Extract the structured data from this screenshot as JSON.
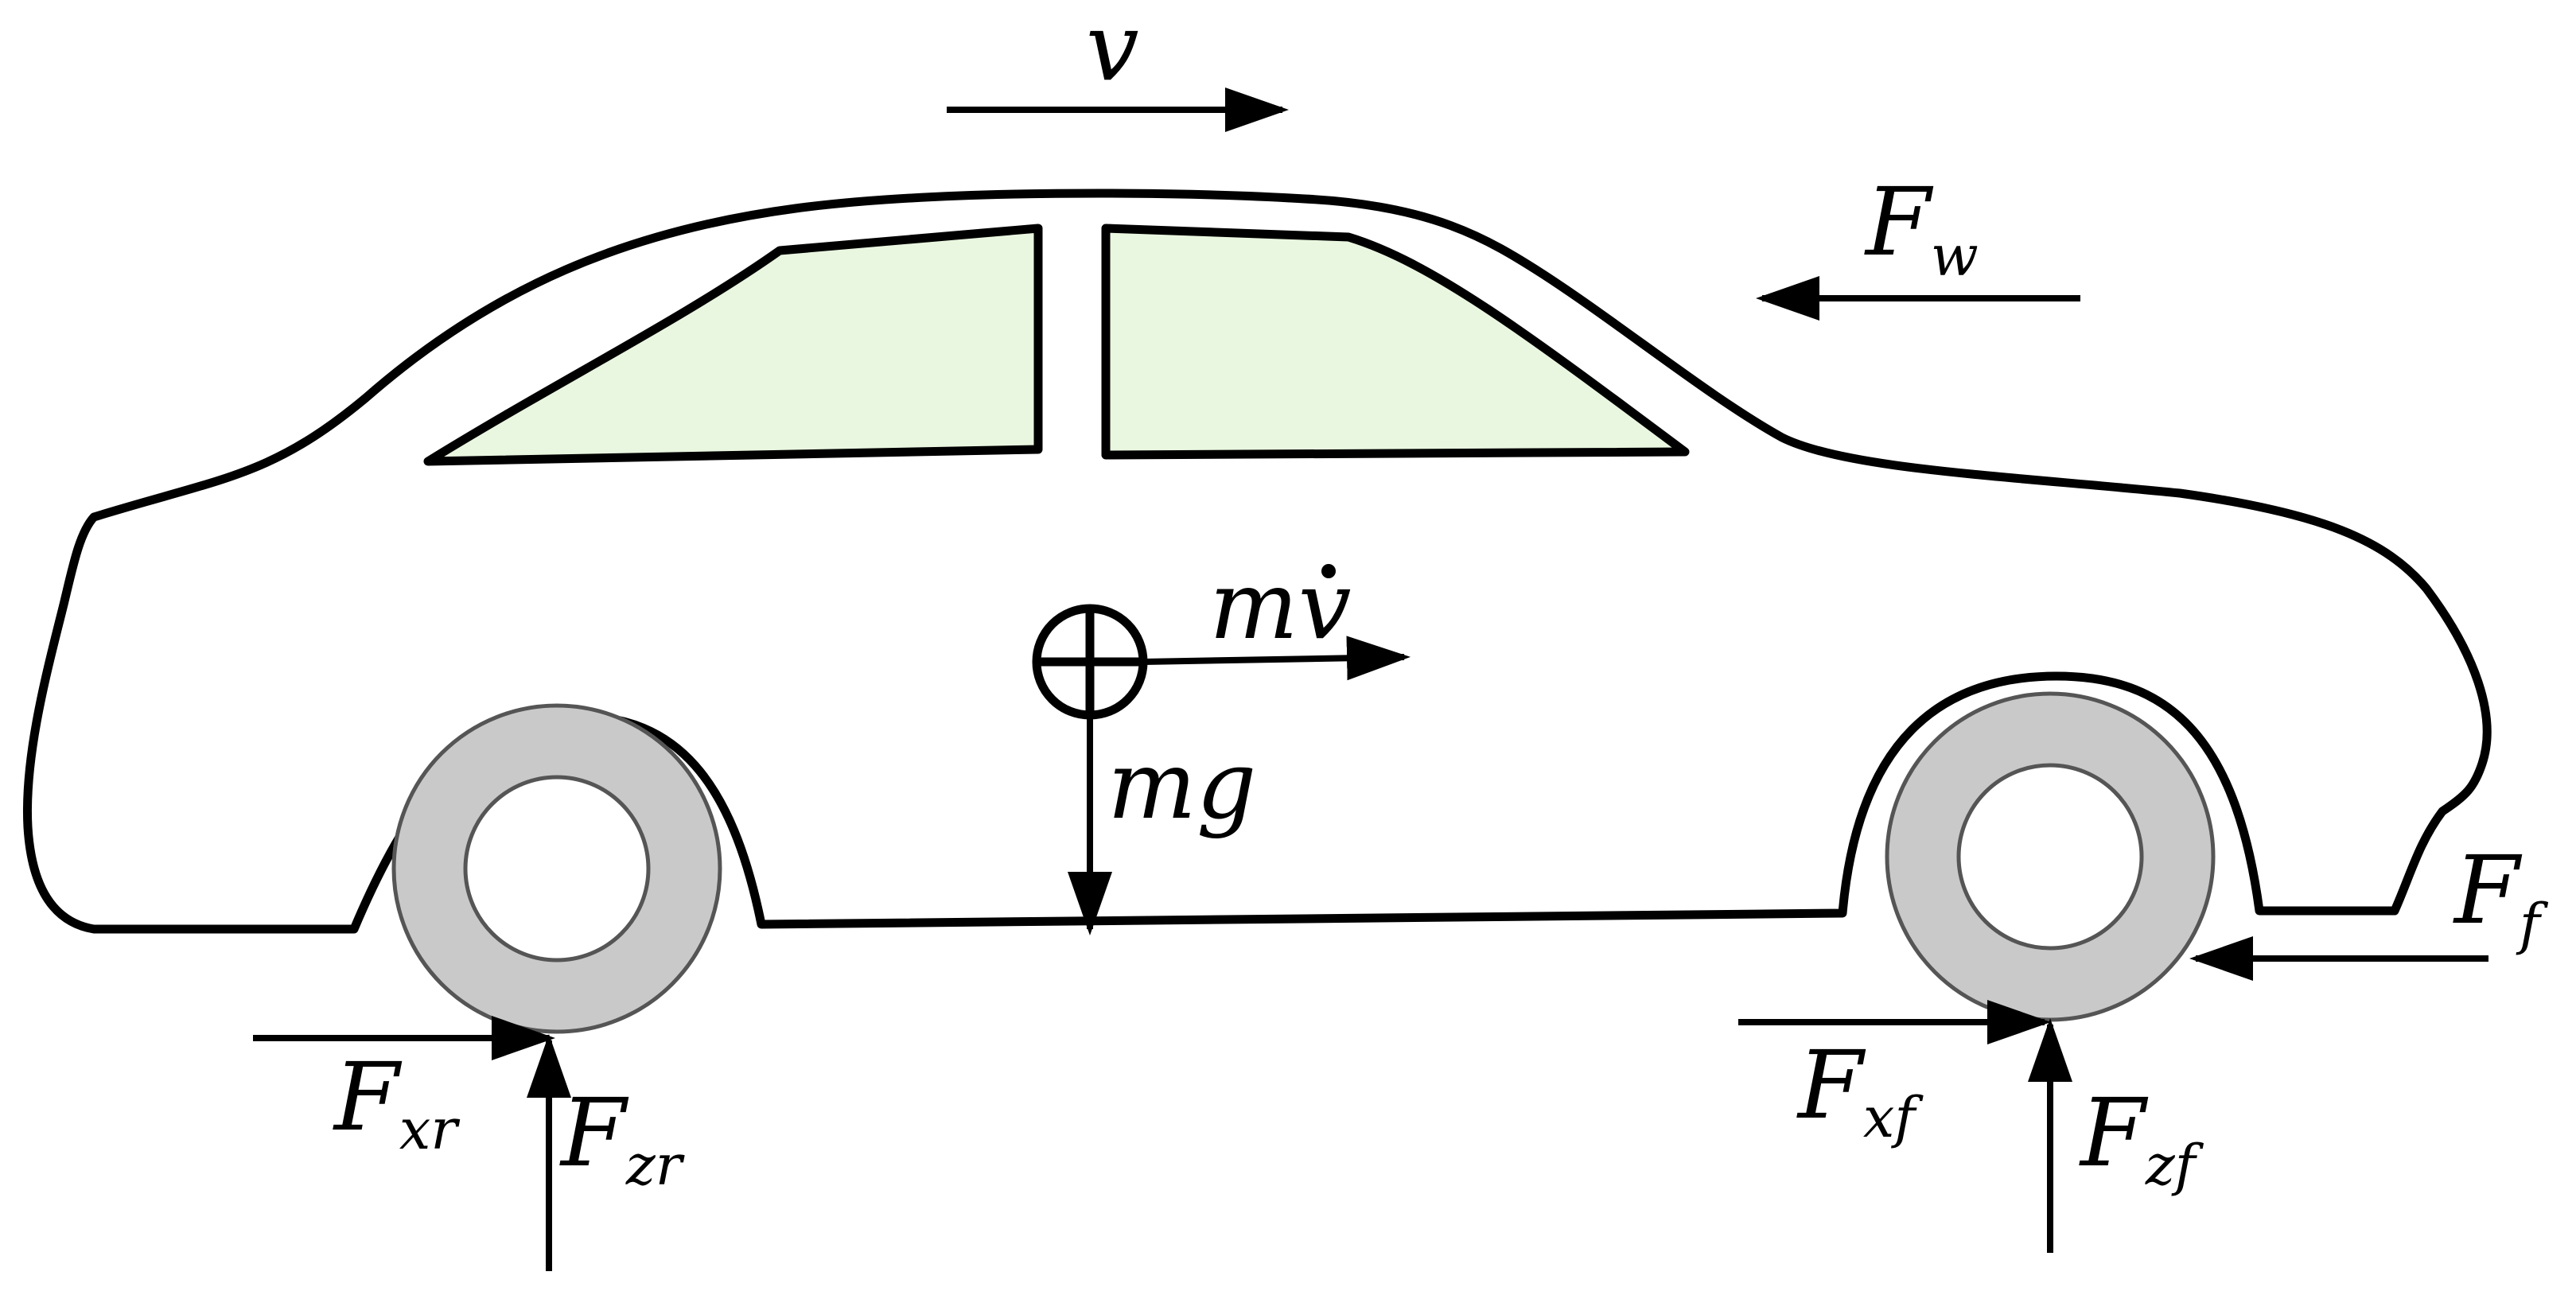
{
  "colors": {
    "outline": "#000000",
    "window_fill": "#eaf7e0",
    "tire_fill": "#c9c9c9",
    "background": "#ffffff"
  },
  "labels": {
    "v": "v",
    "F": "F",
    "w": "w",
    "m": "m",
    "vdot": "v",
    "mg": "mg",
    "xr": "xr",
    "zr": "zr",
    "xf": "xf",
    "zf": "zf",
    "f": "f"
  }
}
